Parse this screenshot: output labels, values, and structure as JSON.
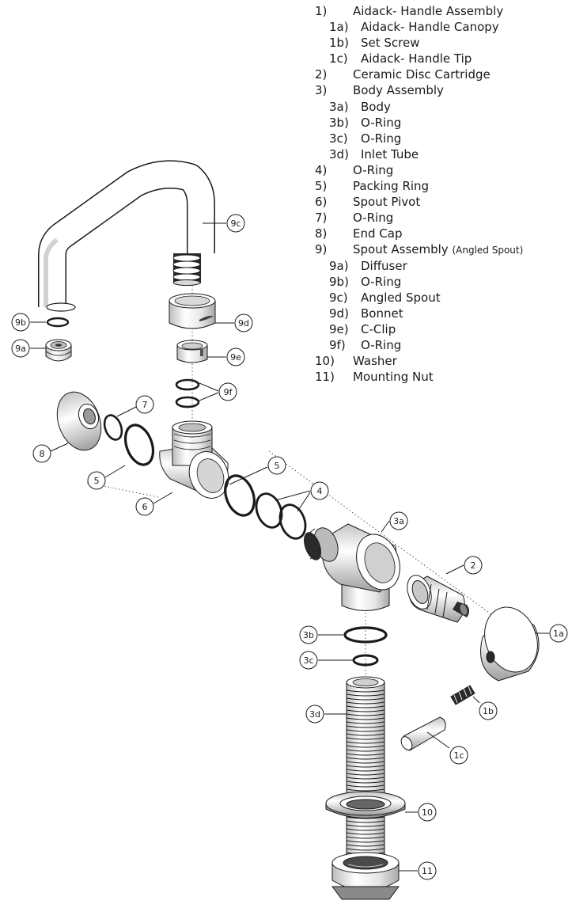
{
  "parts": [
    {
      "num": "1)",
      "name": "Aidack- Handle Assembly",
      "level": "main"
    },
    {
      "num": "1a)",
      "name": "Aidack- Handle Canopy",
      "level": "sub"
    },
    {
      "num": "1b)",
      "name": "Set Screw",
      "level": "sub"
    },
    {
      "num": "1c)",
      "name": "Aidack- Handle Tip",
      "level": "sub"
    },
    {
      "num": "2)",
      "name": "Ceramic Disc Cartridge",
      "level": "main"
    },
    {
      "num": "3)",
      "name": "Body Assembly",
      "level": "main"
    },
    {
      "num": "3a)",
      "name": "Body",
      "level": "sub"
    },
    {
      "num": "3b)",
      "name": "O-Ring",
      "level": "sub"
    },
    {
      "num": "3c)",
      "name": "O-Ring",
      "level": "sub"
    },
    {
      "num": "3d)",
      "name": "Inlet Tube",
      "level": "sub"
    },
    {
      "num": "4)",
      "name": "O-Ring",
      "level": "main"
    },
    {
      "num": "5)",
      "name": "Packing Ring",
      "level": "main"
    },
    {
      "num": "6)",
      "name": "Spout Pivot",
      "level": "main"
    },
    {
      "num": "7)",
      "name": "O-Ring",
      "level": "main"
    },
    {
      "num": "8)",
      "name": "End Cap",
      "level": "main"
    },
    {
      "num": "9)",
      "name": "Spout Assembly",
      "note": "(Angled Spout)",
      "level": "main"
    },
    {
      "num": "9a)",
      "name": "Diffuser",
      "level": "sub"
    },
    {
      "num": "9b)",
      "name": "O-Ring",
      "level": "sub"
    },
    {
      "num": "9c)",
      "name": "Angled Spout",
      "level": "sub"
    },
    {
      "num": "9d)",
      "name": "Bonnet",
      "level": "sub"
    },
    {
      "num": "9e)",
      "name": "C-Clip",
      "level": "sub"
    },
    {
      "num": "9f)",
      "name": "O-Ring",
      "level": "sub"
    },
    {
      "num": "10)",
      "name": "Washer",
      "level": "main"
    },
    {
      "num": "11)",
      "name": "Mounting Nut",
      "level": "main"
    }
  ],
  "callouts": {
    "c9c": "9c",
    "c9b": "9b",
    "c9a": "9a",
    "c9d": "9d",
    "c9e": "9e",
    "c9f": "9f",
    "c7": "7",
    "c8": "8",
    "c5a": "5",
    "c5b": "5",
    "c6": "6",
    "c4": "4",
    "c3a": "3a",
    "c2": "2",
    "c1a": "1a",
    "c1b": "1b",
    "c1c": "1c",
    "c3b": "3b",
    "c3c": "3c",
    "c3d": "3d",
    "c10": "10",
    "c11": "11"
  },
  "colors": {
    "line": "#1a1a1a",
    "shade": "#cfcfcf",
    "light": "#efefef",
    "dark": "#6a6a6a"
  }
}
